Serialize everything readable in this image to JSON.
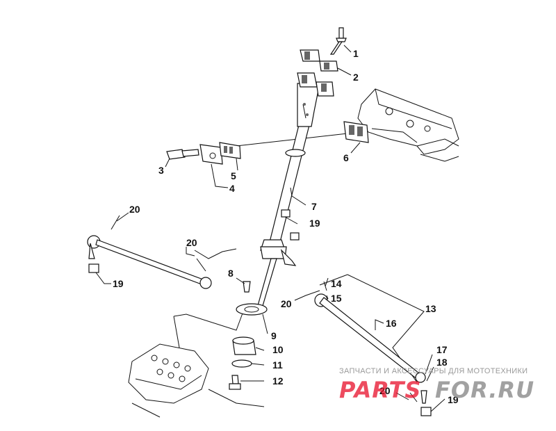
{
  "labels": {
    "p1": "1",
    "p2": "2",
    "p3": "3",
    "p4": "4",
    "p5": "5",
    "p6": "6",
    "p7": "7",
    "p8": "8",
    "p9": "9",
    "p10": "10",
    "p11": "11",
    "p12": "12",
    "p13": "13",
    "p14": "14",
    "p15": "15",
    "p16": "16",
    "p17": "17",
    "p18": "18",
    "p19a": "19",
    "p19b": "19",
    "p19c": "19",
    "p20a": "20",
    "p20b": "20",
    "p20c": "20",
    "p20d": "20"
  },
  "watermark": {
    "caption": "ЗАПЧАСТИ И АКСЕССУАРЫ ДЛЯ МОТОТЕХНИКИ",
    "brand": "PARTS",
    "domain": "FOR.RU"
  },
  "colors": {
    "line": "#111111",
    "watermark_red": "#e8102a",
    "watermark_gray": "#8a8a8a"
  }
}
